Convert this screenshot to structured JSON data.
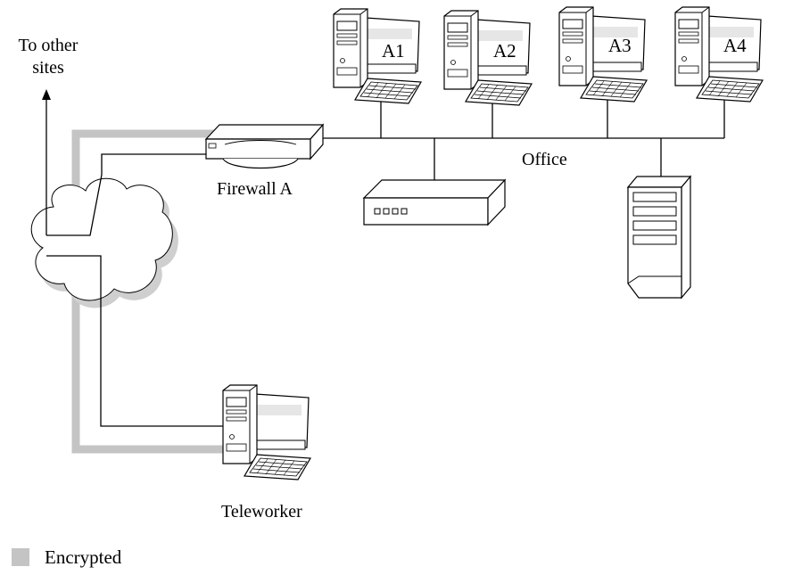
{
  "labels": {
    "other_sites_line1": "To other",
    "other_sites_line2": "sites",
    "firewall": "Firewall A",
    "office": "Office",
    "teleworker": "Teleworker",
    "computers": [
      "A1",
      "A2",
      "A3",
      "A4"
    ]
  },
  "legend": {
    "encrypted": "Encrypted"
  },
  "colors": {
    "encrypted": "#c4c4c4",
    "line": "#000000",
    "device_shadow": "#e2e2e2"
  },
  "icons": {
    "cloud": "cloud-icon",
    "firewall": "firewall-icon",
    "hub": "hub-icon",
    "server": "server-icon",
    "workstation": "workstation-icon"
  }
}
